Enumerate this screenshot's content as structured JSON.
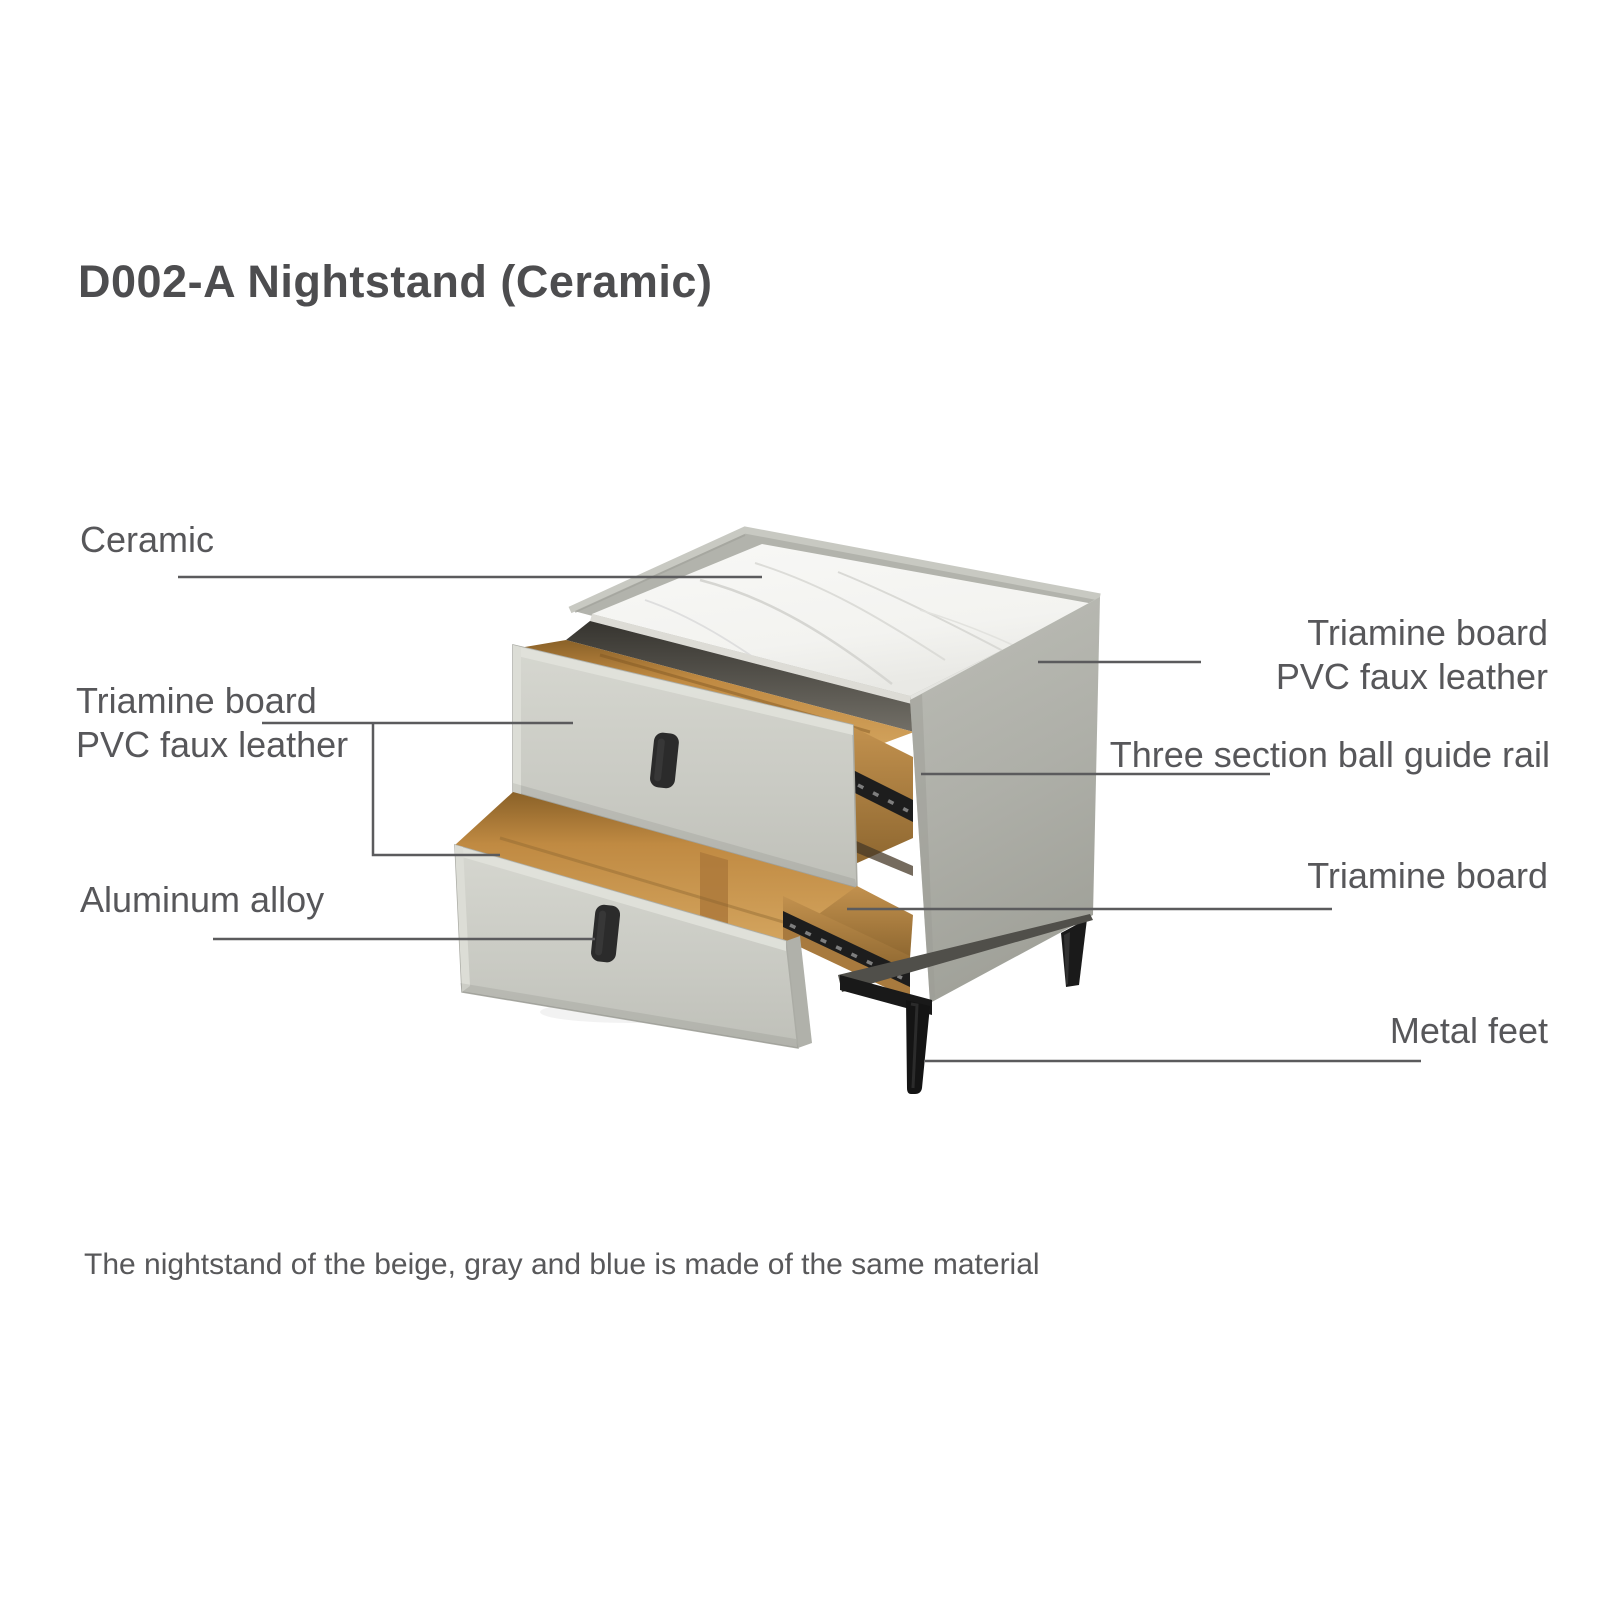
{
  "title": "D002-A Nightstand (Ceramic)",
  "labels": {
    "ceramic": "Ceramic",
    "triamine_pvc_left": "Triamine board\nPVC faux leather",
    "aluminum_alloy": "Aluminum alloy",
    "triamine_pvc_right": "Triamine board\nPVC faux leather",
    "guide_rail": "Three section ball guide rail",
    "triamine_board_right": "Triamine board",
    "metal_feet": "Metal feet"
  },
  "caption": "The nightstand of the beige, gray and blue is made of the same material",
  "illustration": {
    "subject": "nightstand with two open drawers, ceramic marble top, metal legs",
    "colors": {
      "background": "#ffffff",
      "cabinet_gray": "#b2b3ac",
      "drawer_front_gray": "#cdcec7",
      "marble_white": "#f6f6f4",
      "wood": "#c9964f",
      "rail_black": "#1d1d1d",
      "handle_black": "#2b2b2b",
      "leg_black": "#161616",
      "leader_line": "#5b5b5d",
      "text_gray": "#57575a",
      "title_gray": "#4d4d4f"
    }
  }
}
